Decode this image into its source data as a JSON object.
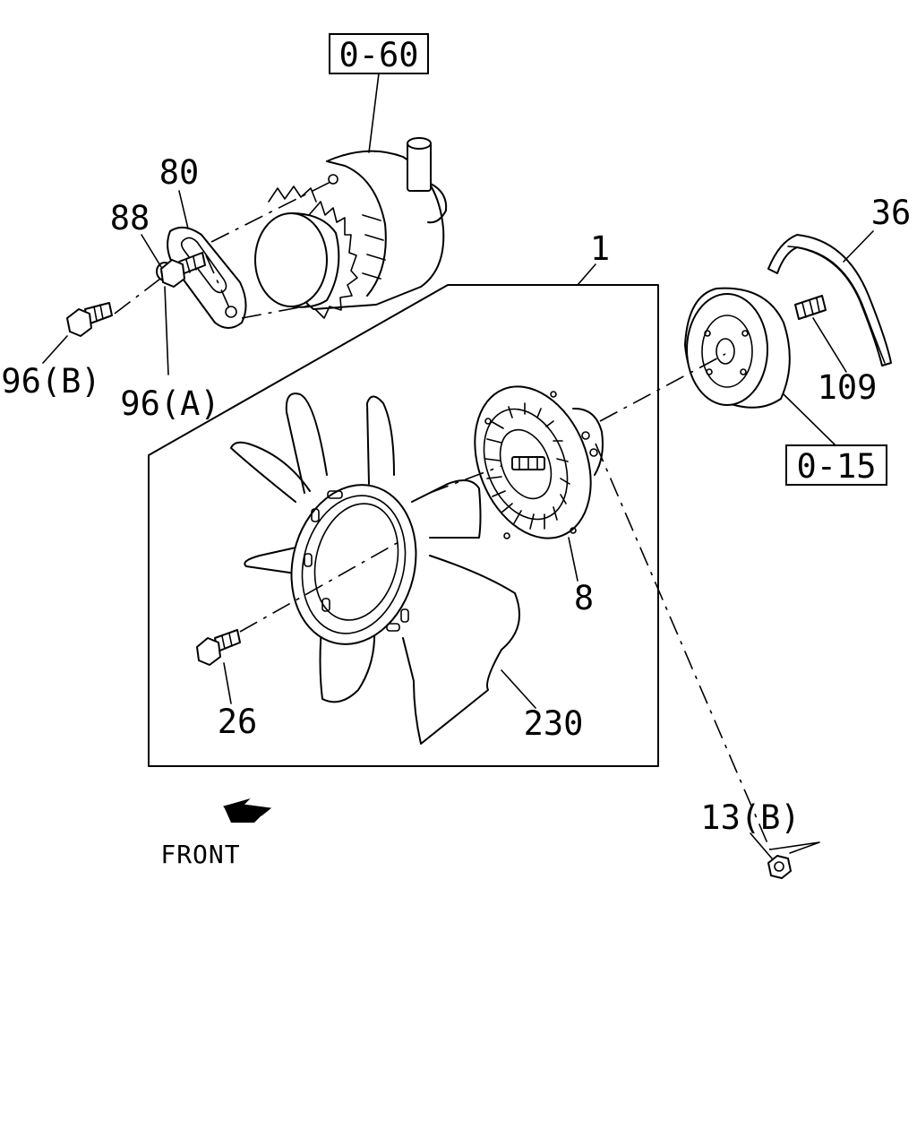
{
  "callouts": {
    "ref_0_60": "0-60",
    "ref_0_15": "0-15",
    "p1": "1",
    "p8": "8",
    "p13b": "13(B)",
    "p26": "26",
    "p36": "36",
    "p80": "80",
    "p88": "88",
    "p96a": "96(A)",
    "p96b": "96(B)",
    "p109": "109",
    "p230": "230"
  },
  "direction": {
    "label": "FRONT",
    "icon": "front-arrow-icon"
  }
}
